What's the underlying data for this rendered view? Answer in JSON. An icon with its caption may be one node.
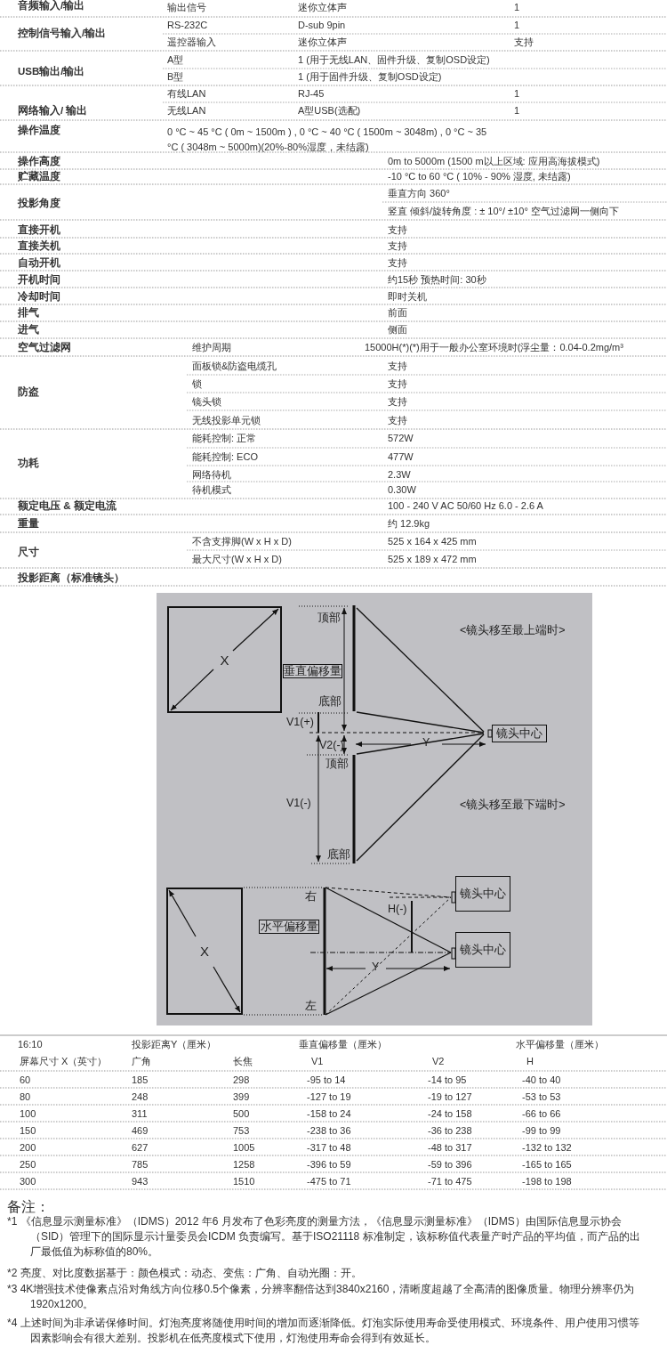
{
  "diagram": {
    "nodes": [
      {
        "text": [
          "X"
        ]
      },
      {
        "text": [
          "垂直偏移量"
        ]
      },
      {
        "text": [
          "镜头中心"
        ]
      },
      {
        "text": [
          "X"
        ]
      },
      {
        "text": [
          "水平偏移量"
        ]
      },
      {
        "text": [
          "镜头中心"
        ]
      },
      {
        "text": [
          "镜头中心"
        ]
      }
    ],
    "edges": [],
    "labels": [
      "音频输入/输出",
      "输出信号",
      "迷你立体声",
      "1",
      "控制信号输入/输出",
      "RS-232C",
      "D-sub 9pin",
      "1",
      "遥控器输入",
      "迷你立体声",
      "支持",
      "USB输出/输出",
      "A型",
      "1 (用于无线LAN、固件升级、复制OSD设定)",
      "B型",
      "1 (用于固件升级、复制OSD设定)",
      "网络输入/ 输出",
      "有线LAN",
      "RJ-45",
      "1",
      "无线LAN",
      "A型USB(选配)",
      "1",
      "操作温度",
      "0 °C ~ 45 °C ( 0m ~ 1500m ) , 0 °C ~ 40 °C ( 1500m ~ 3048m) , 0 °C ~ 35 °C ( 3048m ~ 5000m)(20%-80%湿度，未结露)",
      "操作高度",
      "0m to 5000m (1500 m以上区域: 应用高海拔模式)",
      "贮藏温度",
      "-10 °C to 60 °C ( 10% - 90% 湿度, 未结露)",
      "投影角度",
      "垂直方向 360°",
      "竖直 倾斜/旋转角度 : ± 10°/ ±10° 空气过滤网一侧向下",
      "直接开机",
      "支持",
      "直接关机",
      "支持",
      "自动开机",
      "支持",
      "开机时间",
      "约15秒 预热时间: 30秒",
      "冷却时间",
      "即时关机",
      "排气",
      "前面",
      "进气",
      "侧面",
      "空气过滤网",
      "维护周期",
      "15000H(*)(*)用于一般办公室环境时(浮尘量：0.04-0.2mg/m³",
      "防盗",
      "面板锁&防盗电缆孔",
      "支持",
      "锁",
      "支持",
      "镜头锁",
      "支持",
      "无线投影单元锁",
      "支持",
      "功耗",
      "能耗控制: 正常",
      "572W",
      "能耗控制: ECO",
      "477W",
      "网络待机",
      "2.3W",
      "待机模式",
      "0.30W",
      "额定电压 & 额定电流",
      "100 - 240 V AC 50/60 Hz 6.0 - 2.6 A",
      "重量",
      "约 12.9kg",
      "尺寸",
      "不含支撑脚(W x H x D)",
      "525 x 164 x 425 mm",
      "最大尺寸(W x H x D)",
      "525 x 189 x 472 mm",
      "投影距离（标准镜头）",
      "顶部",
      "<镜头移至最上端时>",
      "底部",
      "V1(+)",
      "V2(-)",
      "Y",
      "顶部",
      "V1(-)",
      "<镜头移至最下端时>",
      "底部",
      "右",
      "H(-)",
      "Y",
      "左",
      "16:10",
      "投影距离Y（厘米）",
      "垂直偏移量（厘米）",
      "水平偏移量（厘米）",
      "屏幕尺寸 X（英寸）",
      "广角",
      "长焦",
      "V1",
      "V2",
      "H",
      "60",
      "185",
      "298",
      "-95 to 14",
      "-14 to 95",
      "-40 to 40",
      "80",
      "248",
      "399",
      "-127 to 19",
      "-19 to 127",
      "-53 to 53",
      "100",
      "311",
      "500",
      "-158 to 24",
      "-24 to 158",
      "-66 to 66",
      "150",
      "469",
      "753",
      "-238 to 36",
      "-36 to 238",
      "-99 to 99",
      "200",
      "627",
      "1005",
      "-317 to 48",
      "-48 to 317",
      "-132 to 132",
      "250",
      "785",
      "1258",
      "-396 to 59",
      "-59 to 396",
      "-165 to 165",
      "300",
      "943",
      "1510",
      "-475 to 71",
      "-71 to 475",
      "-198 to 198",
      "备注：",
      "*1 《信息显示测量标准》（IDMS）2012 年6 月发布了色彩亮度的测量方法，《信息显示测量标准》（IDMS）由国际信息显示协会（SID）管理下的国际显示计量委员会ICDM 负责编写。基于ISO21118 标准制定，该标称值代表量产时产品的平均值，而产品的出厂最低值为标称值的80%。",
      "*2 亮度、对比度数据基于：颜色模式：动态、变焦：广角、自动光圈：开。",
      "*3 4K增强技术使像素点沿对角线方向位移0.5个像素，分辨率翻倍达到3840x2160，清晰度超越了全高清的图像质量。物理分辨率仍为1920x1200。",
      "*4 上述时间为非承诺保修时间。灯泡亮度将随使用时间的增加而逐渐降低。灯泡实际使用寿命受使用模式、环境条件、用户使用习惯等因素影响会有很大差别。投影机在低亮度模式下使用，灯泡使用寿命会得到有效延长。"
    ]
  }
}
